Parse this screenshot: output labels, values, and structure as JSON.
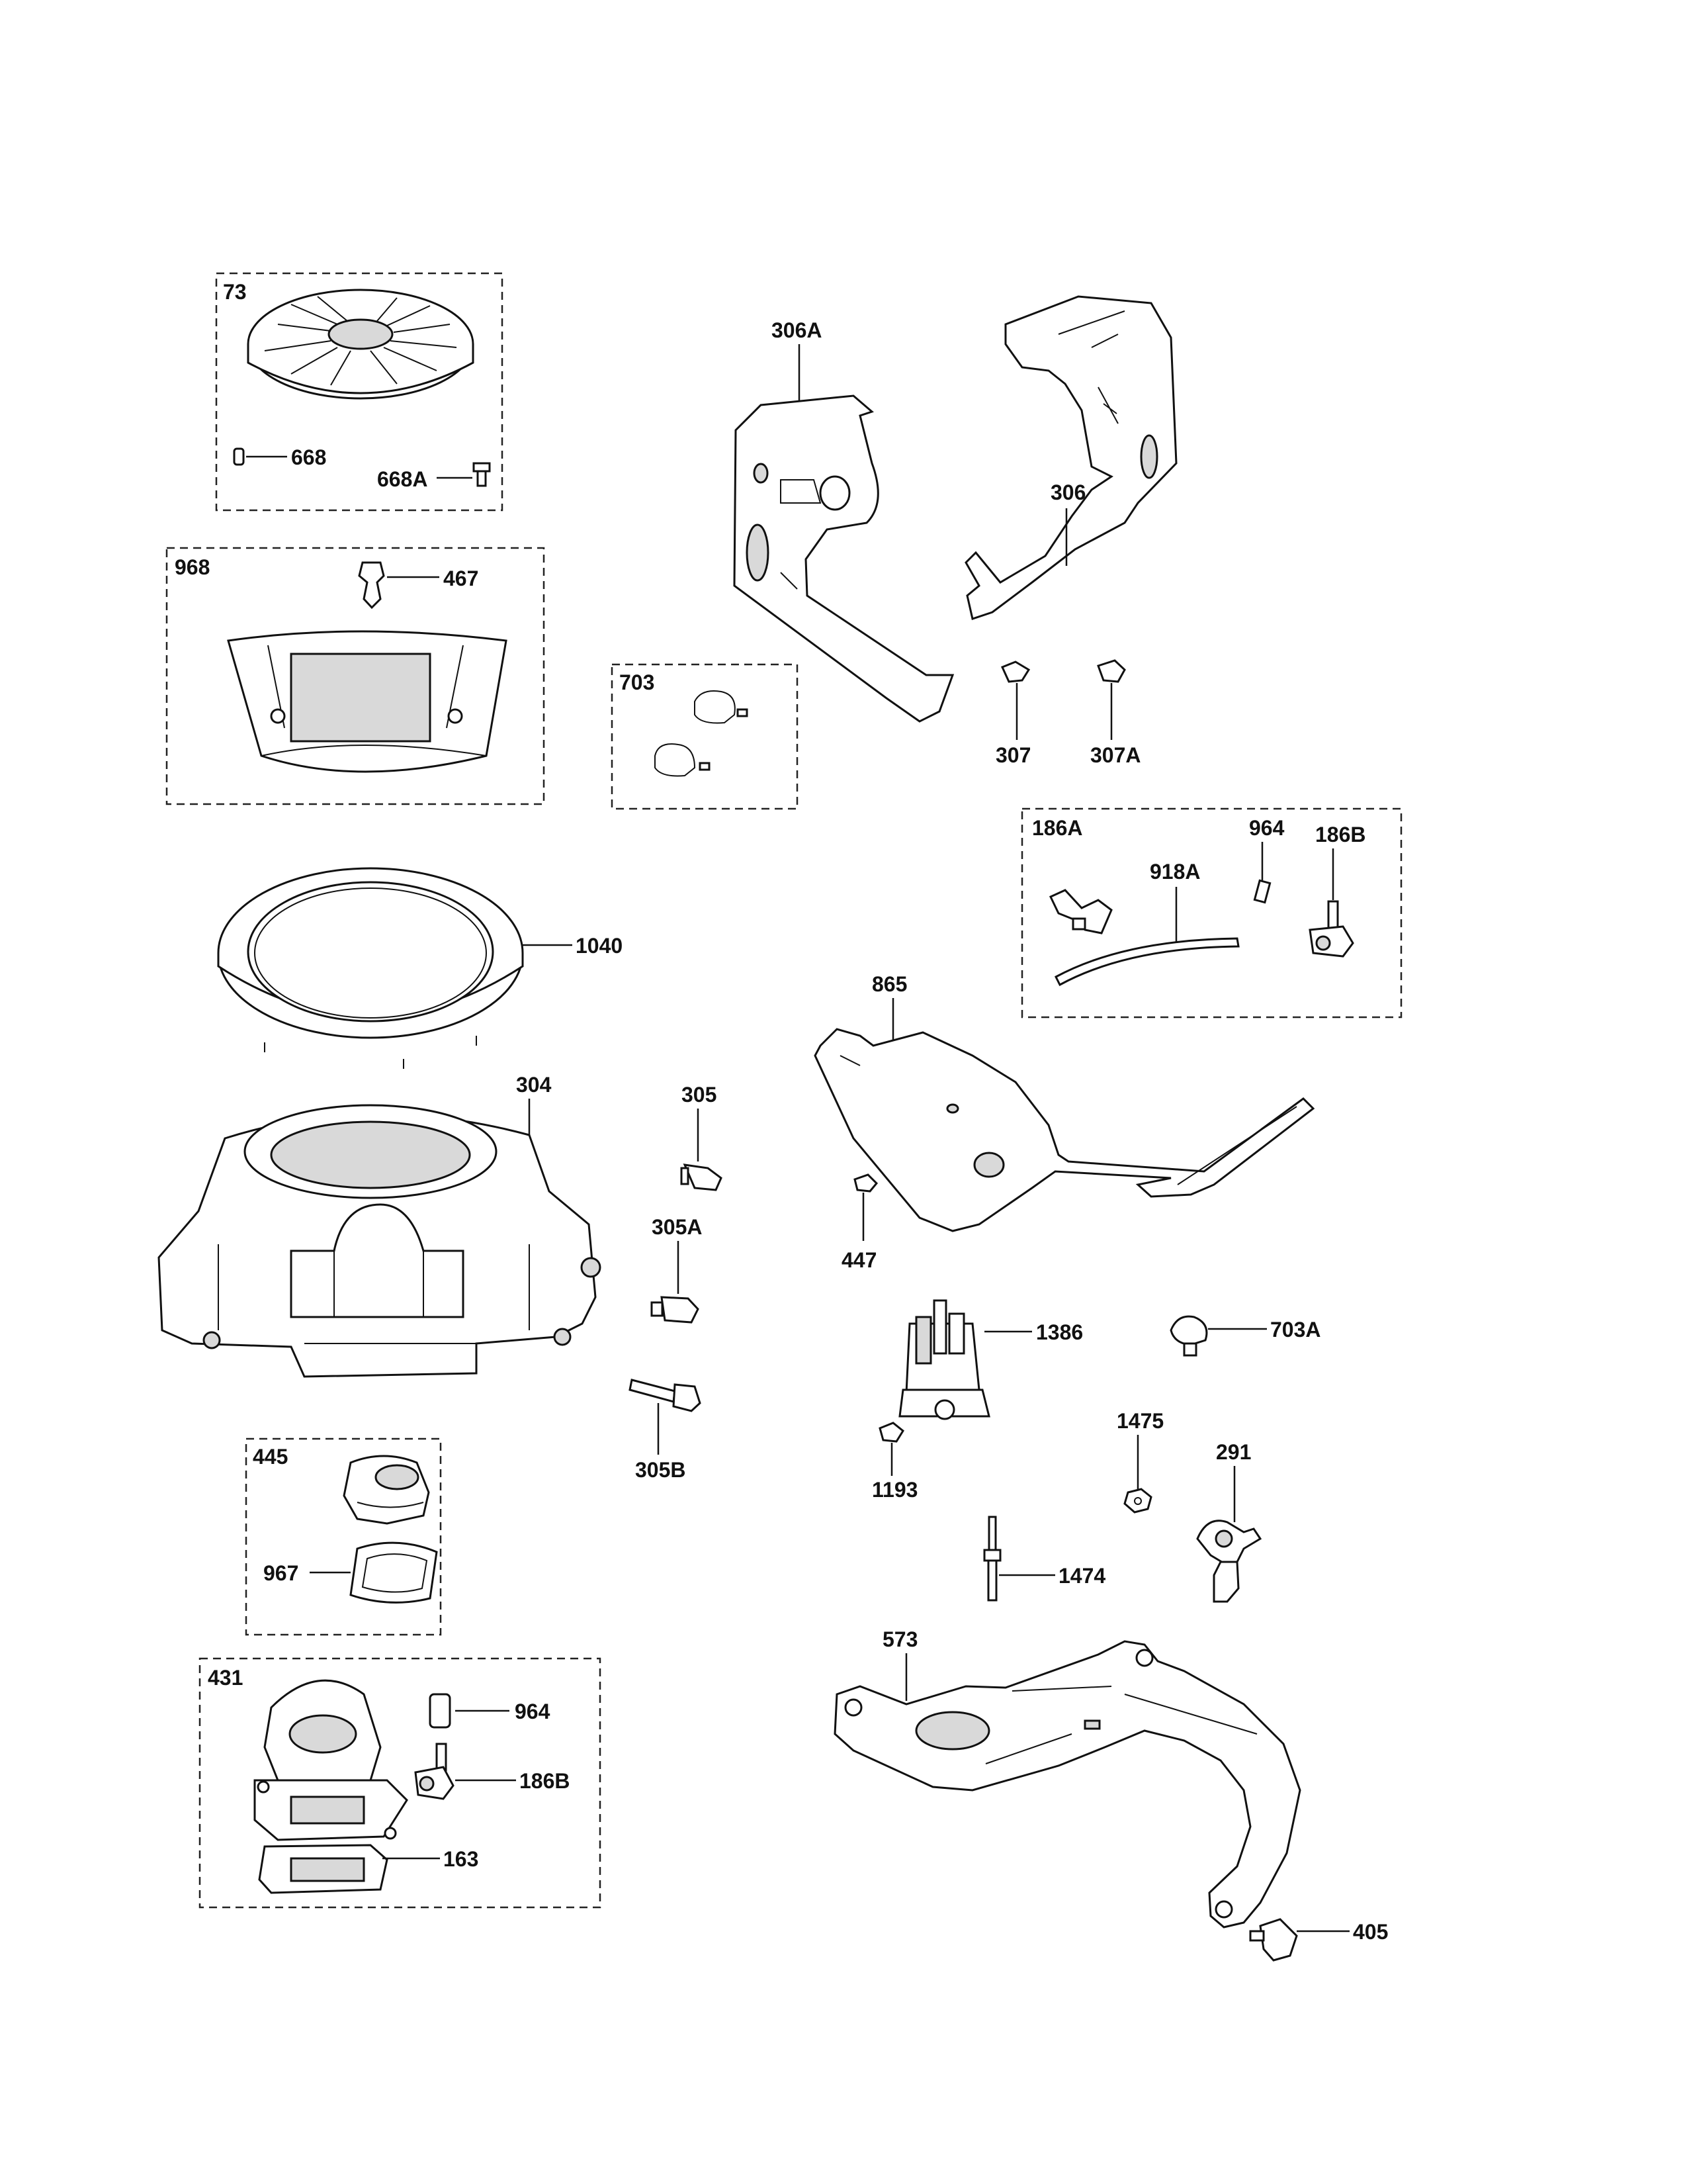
{
  "labels": {
    "p73": "73",
    "p668": "668",
    "p668A": "668A",
    "p968": "968",
    "p467": "467",
    "p703": "703",
    "p306A": "306A",
    "p306": "306",
    "p307": "307",
    "p307A": "307A",
    "p186A": "186A",
    "p964a": "964",
    "p186B": "186B",
    "p918A": "918A",
    "p1040": "1040",
    "p865": "865",
    "p304": "304",
    "p305": "305",
    "p305A": "305A",
    "p305B": "305B",
    "p447": "447",
    "p1386": "1386",
    "p703A": "703A",
    "p1193": "1193",
    "p1475": "1475",
    "p291": "291",
    "p1474": "1474",
    "p445": "445",
    "p967": "967",
    "p431": "431",
    "p964b": "964",
    "p186B2": "186B",
    "p163": "163",
    "p573": "573",
    "p405": "405"
  },
  "colors": {
    "line": "#111111",
    "background": "#ffffff",
    "shade": "#d9d9d9"
  }
}
